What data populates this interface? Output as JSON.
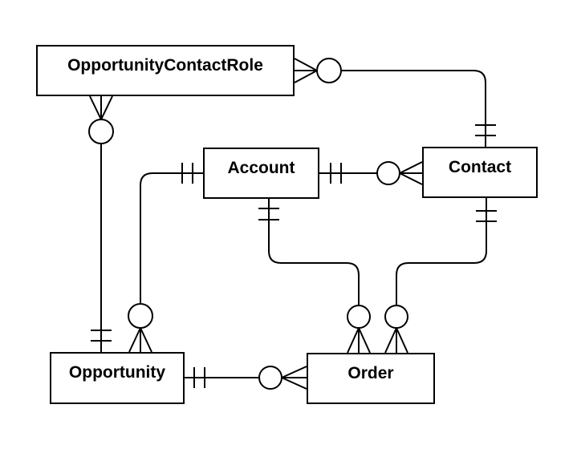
{
  "diagram": {
    "kind": "entity-relationship-diagram",
    "notation": "crow-foot",
    "colors": {
      "background": "#ffffff",
      "stroke": "#000000",
      "text": "#000000"
    },
    "entities": [
      {
        "id": "opportunitycontactrole",
        "label": "OpportunityContactRole"
      },
      {
        "id": "account",
        "label": "Account"
      },
      {
        "id": "contact",
        "label": "Contact"
      },
      {
        "id": "opportunity",
        "label": "Opportunity"
      },
      {
        "id": "order",
        "label": "Order"
      }
    ],
    "relationships": [
      {
        "from": "Opportunity",
        "to": "OpportunityContactRole",
        "from_cardinality": "one-and-only-one",
        "to_cardinality": "zero-or-many"
      },
      {
        "from": "Contact",
        "to": "OpportunityContactRole",
        "from_cardinality": "one-and-only-one",
        "to_cardinality": "zero-or-many"
      },
      {
        "from": "Account",
        "to": "Contact",
        "from_cardinality": "one-and-only-one",
        "to_cardinality": "zero-or-many"
      },
      {
        "from": "Account",
        "to": "Opportunity",
        "from_cardinality": "one-and-only-one",
        "to_cardinality": "zero-or-many"
      },
      {
        "from": "Account",
        "to": "Order",
        "from_cardinality": "one-and-only-one",
        "to_cardinality": "zero-or-many"
      },
      {
        "from": "Contact",
        "to": "Order",
        "from_cardinality": "one-and-only-one",
        "to_cardinality": "zero-or-many"
      },
      {
        "from": "Opportunity",
        "to": "Order",
        "from_cardinality": "one-and-only-one",
        "to_cardinality": "zero-or-many"
      }
    ]
  }
}
